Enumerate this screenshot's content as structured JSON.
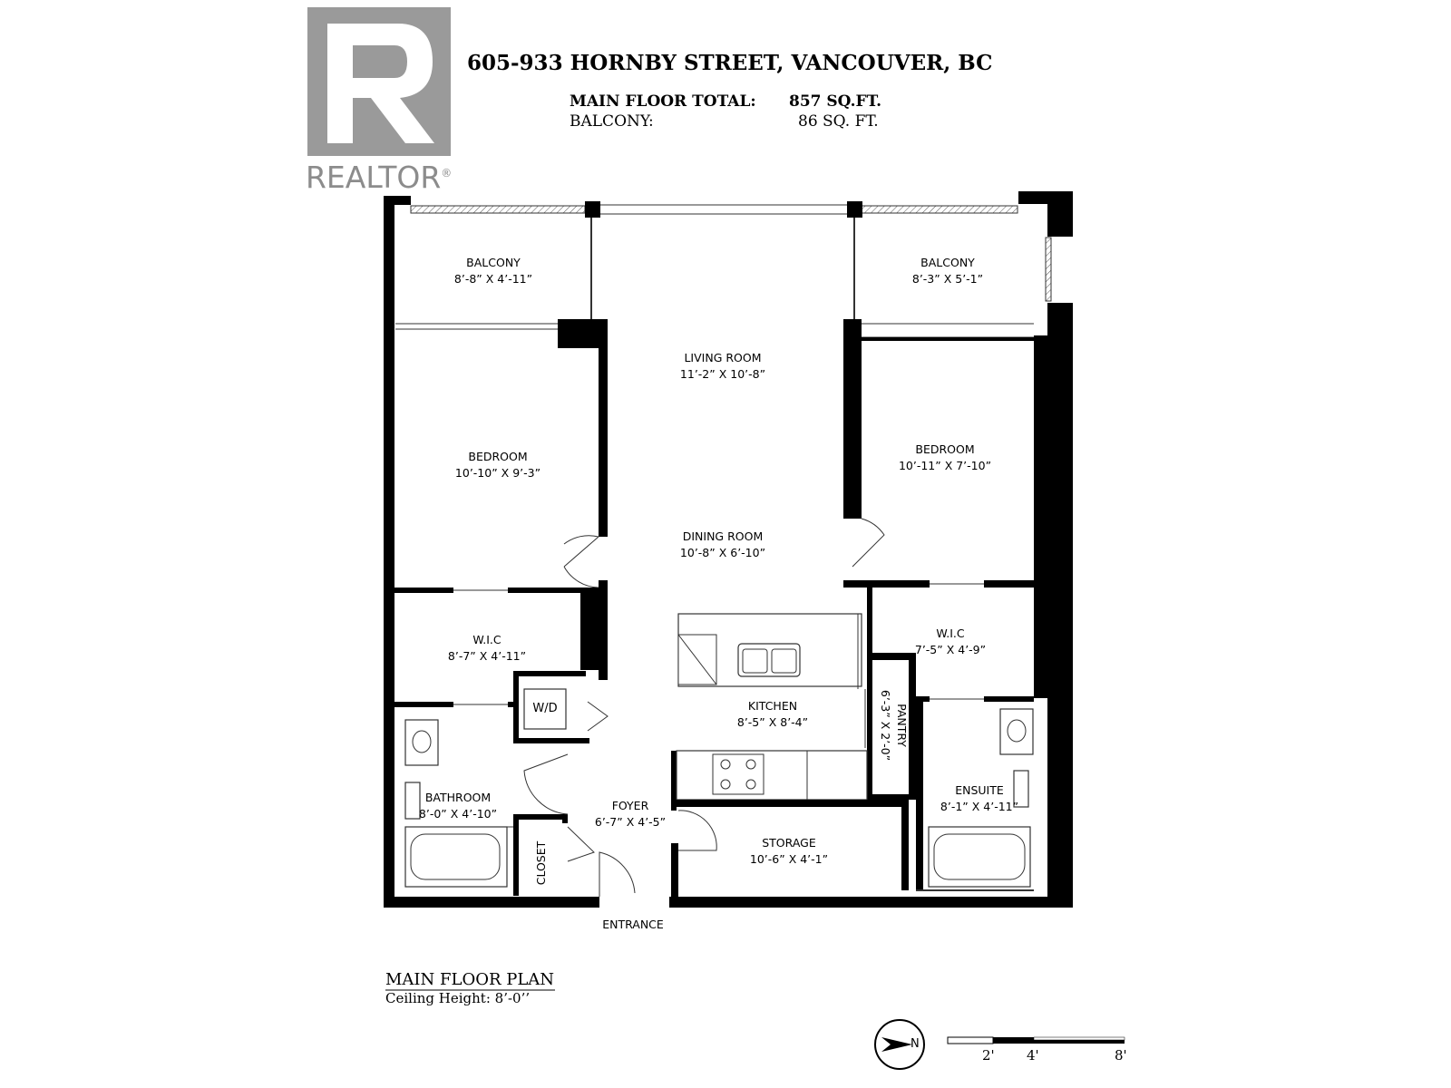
{
  "logo": {
    "word": "REALTOR",
    "mark": "®",
    "icon": "realtor-r-logo-icon"
  },
  "header": {
    "address": "605-933 HORNBY STREET, VANCOUVER, BC",
    "main_floor_label": "MAIN FLOOR TOTAL:",
    "main_floor_value": "857 SQ.FT.",
    "balcony_label": "BALCONY:",
    "balcony_value": "86 SQ. FT."
  },
  "rooms": {
    "balcony_left": {
      "name": "BALCONY",
      "dims": "8’-8” X 4’-11”"
    },
    "balcony_right": {
      "name": "BALCONY",
      "dims": "8’-3” X 5’-1”"
    },
    "living": {
      "name": "LIVING ROOM",
      "dims": "11’-2” X 10’-8”"
    },
    "bedroom_left": {
      "name": "BEDROOM",
      "dims": "10’-10” X 9’-3”"
    },
    "bedroom_right": {
      "name": "BEDROOM",
      "dims": "10’-11” X 7’-10”"
    },
    "dining": {
      "name": "DINING ROOM",
      "dims": "10’-8” X 6’-10”"
    },
    "wic_left": {
      "name": "W.I.C",
      "dims": "8’-7” X 4’-11”"
    },
    "wic_right": {
      "name": "W.I.C",
      "dims": "7’-5” X 4’-9”"
    },
    "wd": {
      "name": "W/D"
    },
    "kitchen": {
      "name": "KITCHEN",
      "dims": "8’-5” X 8’-4”"
    },
    "pantry": {
      "name": "PANTRY",
      "dims": "6’-3” X 2’-0”"
    },
    "bathroom": {
      "name": "BATHROOM",
      "dims": "8’-0” X 4’-10”"
    },
    "foyer": {
      "name": "FOYER",
      "dims": "6’-7” X 4’-5”"
    },
    "storage": {
      "name": "STORAGE",
      "dims": "10’-6” X 4’-1”"
    },
    "ensuite": {
      "name": "ENSUITE",
      "dims": "8’-1” X 4’-11”"
    },
    "closet": {
      "name": "CLOSET"
    },
    "entrance": {
      "name": "ENTRANCE"
    }
  },
  "legend": {
    "title": "MAIN FLOOR PLAN",
    "ceiling": "Ceiling Height: 8’-0’’"
  },
  "compass": {
    "icon": "north-arrow-icon",
    "label": "N"
  },
  "scale": {
    "labels": [
      "2'",
      "4'",
      "8'"
    ]
  }
}
